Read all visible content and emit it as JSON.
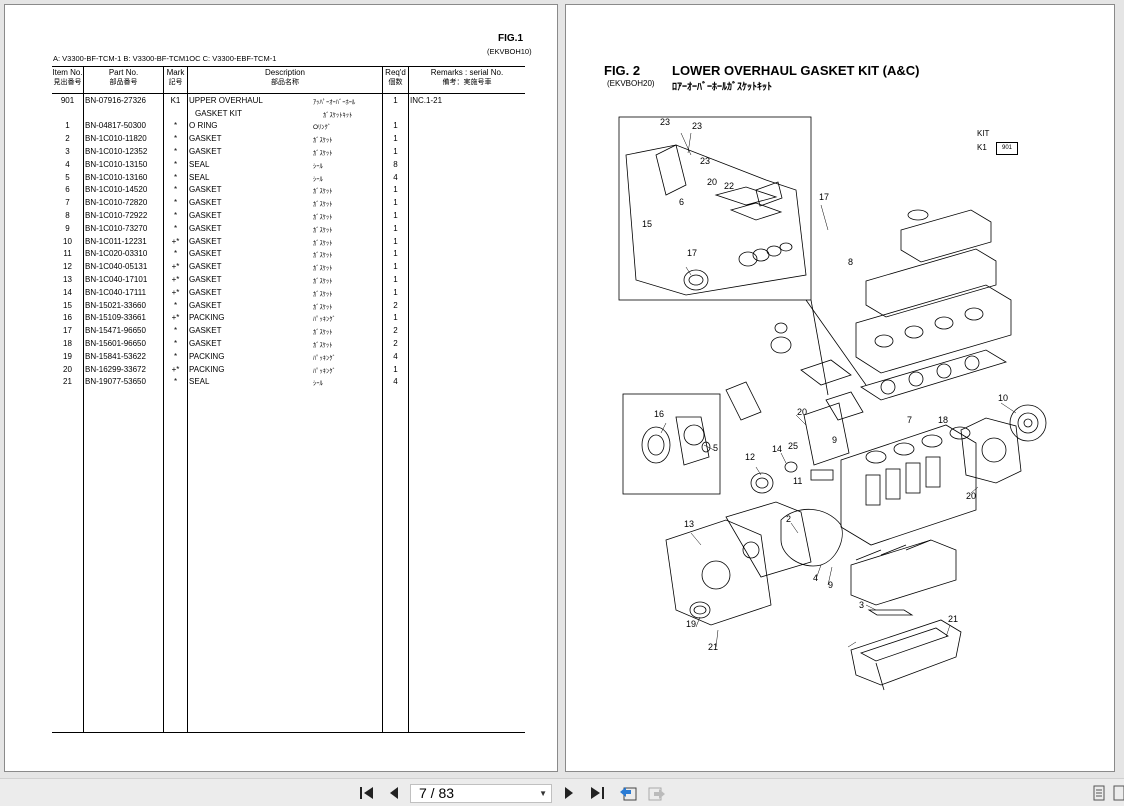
{
  "left_page": {
    "fig_label": "FIG.1",
    "fig_code": "(EKVBOH10)",
    "models": "A: V3300-BF-TCM-1    B: V3300-BF-TCM1OC    C: V3300-EBF-TCM-1",
    "headers": {
      "item_en": "Item No.",
      "item_jp": "見出番号",
      "part_en": "Part No.",
      "part_jp": "部品番号",
      "mark_en": "Mark",
      "mark_jp": "記号",
      "desc_en": "Description",
      "desc_jp": "部品名称",
      "req_en": "Req'd",
      "req_jp": "個数",
      "rem_en": "Remarks : serial No.",
      "rem_jp": "備考：実施号車"
    },
    "rows": [
      {
        "item": "901",
        "part": "BN-07916-27326",
        "mark": "K1",
        "desc": "UPPER OVERHAUL",
        "desc2": "GASKET KIT",
        "jp": "ｱｯﾊﾟｰｵｰﾊﾞｰﾎｰﾙ",
        "jp2": "ｶﾞｽｹｯﾄｷｯﾄ",
        "qty": "1",
        "rem": "INC.1-21"
      },
      {
        "item": "1",
        "part": "BN-04817-50300",
        "mark": "*",
        "desc": "O RING",
        "jp": "Oﾘﾝｸﾞ",
        "qty": "1"
      },
      {
        "item": "2",
        "part": "BN-1C010-11820",
        "mark": "*",
        "desc": "GASKET",
        "jp": "ｶﾞｽｹｯﾄ",
        "qty": "1"
      },
      {
        "item": "3",
        "part": "BN-1C010-12352",
        "mark": "*",
        "desc": "GASKET",
        "jp": "ｶﾞｽｹｯﾄ",
        "qty": "1"
      },
      {
        "item": "4",
        "part": "BN-1C010-13150",
        "mark": "*",
        "desc": "SEAL",
        "jp": "ｼｰﾙ",
        "qty": "8"
      },
      {
        "item": "5",
        "part": "BN-1C010-13160",
        "mark": "*",
        "desc": "SEAL",
        "jp": "ｼｰﾙ",
        "qty": "4"
      },
      {
        "item": "6",
        "part": "BN-1C010-14520",
        "mark": "*",
        "desc": "GASKET",
        "jp": "ｶﾞｽｹｯﾄ",
        "qty": "1"
      },
      {
        "item": "7",
        "part": "BN-1C010-72820",
        "mark": "*",
        "desc": "GASKET",
        "jp": "ｶﾞｽｹｯﾄ",
        "qty": "1"
      },
      {
        "item": "8",
        "part": "BN-1C010-72922",
        "mark": "*",
        "desc": "GASKET",
        "jp": "ｶﾞｽｹｯﾄ",
        "qty": "1"
      },
      {
        "item": "9",
        "part": "BN-1C010-73270",
        "mark": "*",
        "desc": "GASKET",
        "jp": "ｶﾞｽｹｯﾄ",
        "qty": "1"
      },
      {
        "item": "10",
        "part": "BN-1C011-12231",
        "mark": "+*",
        "desc": "GASKET",
        "jp": "ｶﾞｽｹｯﾄ",
        "qty": "1"
      },
      {
        "item": "11",
        "part": "BN-1C020-03310",
        "mark": "*",
        "desc": "GASKET",
        "jp": "ｶﾞｽｹｯﾄ",
        "qty": "1"
      },
      {
        "item": "12",
        "part": "BN-1C040-05131",
        "mark": "+*",
        "desc": "GASKET",
        "jp": "ｶﾞｽｹｯﾄ",
        "qty": "1"
      },
      {
        "item": "13",
        "part": "BN-1C040-17101",
        "mark": "+*",
        "desc": "GASKET",
        "jp": "ｶﾞｽｹｯﾄ",
        "qty": "1"
      },
      {
        "item": "14",
        "part": "BN-1C040-17111",
        "mark": "+*",
        "desc": "GASKET",
        "jp": "ｶﾞｽｹｯﾄ",
        "qty": "1"
      },
      {
        "item": "15",
        "part": "BN-15021-33660",
        "mark": "*",
        "desc": "GASKET",
        "jp": "ｶﾞｽｹｯﾄ",
        "qty": "2"
      },
      {
        "item": "16",
        "part": "BN-15109-33661",
        "mark": "+*",
        "desc": "PACKING",
        "jp": "ﾊﾟｯｷﾝｸﾞ",
        "qty": "1"
      },
      {
        "item": "17",
        "part": "BN-15471-96650",
        "mark": "*",
        "desc": "GASKET",
        "jp": "ｶﾞｽｹｯﾄ",
        "qty": "2"
      },
      {
        "item": "18",
        "part": "BN-15601-96650",
        "mark": "*",
        "desc": "GASKET",
        "jp": "ｶﾞｽｹｯﾄ",
        "qty": "2"
      },
      {
        "item": "19",
        "part": "BN-15841-53622",
        "mark": "*",
        "desc": "PACKING",
        "jp": "ﾊﾟｯｷﾝｸﾞ",
        "qty": "4"
      },
      {
        "item": "20",
        "part": "BN-16299-33672",
        "mark": "+*",
        "desc": "PACKING",
        "jp": "ﾊﾟｯｷﾝｸﾞ",
        "qty": "1"
      },
      {
        "item": "21",
        "part": "BN-19077-53650",
        "mark": "*",
        "desc": "SEAL",
        "jp": "ｼｰﾙ",
        "qty": "4"
      }
    ]
  },
  "right_page": {
    "fig_label": "FIG. 2",
    "fig_code": "(EKVBOH20)",
    "title": "LOWER OVERHAUL GASKET KIT (A&C)",
    "title_jp": "ﾛｱｰｵｰﾊﾞｰﾎｰﾙｶﾞｽｹｯﾄｷｯﾄ",
    "kit_label": "KIT",
    "kit_code": "K1",
    "kit_box": "901",
    "callouts": [
      "23",
      "23",
      "23",
      "20",
      "22",
      "6",
      "15",
      "17",
      "17",
      "8",
      "7",
      "16",
      "5",
      "20",
      "9",
      "25",
      "14",
      "12",
      "11",
      "18",
      "10",
      "20",
      "13",
      "2",
      "4",
      "9",
      "3",
      "19",
      "21",
      "21"
    ]
  },
  "toolbar": {
    "first_icon": "first-page-icon",
    "prev_icon": "prev-page-icon",
    "page_value": "7 / 83",
    "next_icon": "next-page-icon",
    "last_icon": "last-page-icon"
  }
}
